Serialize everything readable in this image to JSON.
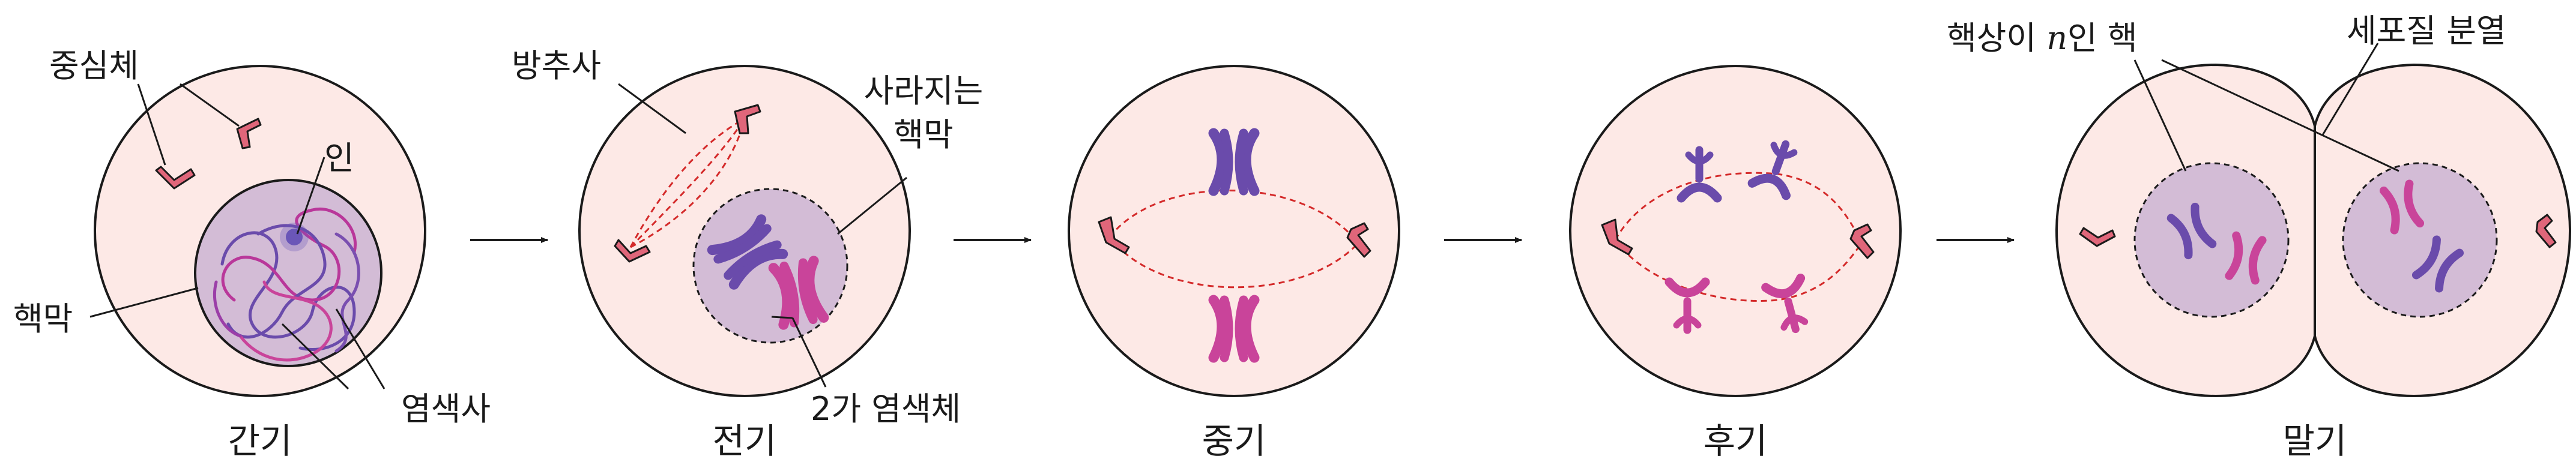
{
  "stages": [
    {
      "label": "간기"
    },
    {
      "label": "전기"
    },
    {
      "label": "중기"
    },
    {
      "label": "후기"
    },
    {
      "label": "말기"
    }
  ],
  "callouts": {
    "centrosome": "중심체",
    "nucleolus": "인",
    "nuclear_membrane": "핵막",
    "chromatin": "염색사",
    "spindle": "방추사",
    "disappearing_membrane_line1": "사라지는",
    "disappearing_membrane_line2": "핵막",
    "bivalent": "2가 염색체",
    "haploid_prefix": "핵상이 ",
    "haploid_var": "n",
    "haploid_suffix": "인 핵",
    "cytokinesis": "세포질 분열"
  },
  "colors": {
    "cell_fill": "#fde9e6",
    "nucleus_fill": "#d3bcd6",
    "outline": "#1a1a1a",
    "chromosome_purple": "#6a4bab",
    "chromosome_magenta": "#c9449a",
    "centrosome": "#e0667a",
    "spindle": "#d42a2a"
  },
  "icons": [
    "centrosome-icon",
    "chromosome-icon",
    "arrow-right-icon"
  ]
}
